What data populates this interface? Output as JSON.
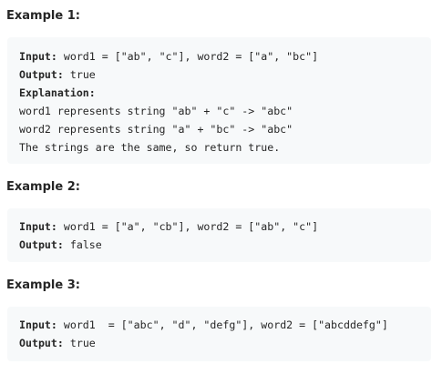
{
  "examples": [
    {
      "title": "Example 1:",
      "lines": [
        {
          "label": "Input:",
          "text": " word1 = [\"ab\", \"c\"], word2 = [\"a\", \"bc\"]"
        },
        {
          "label": "Output:",
          "text": " true"
        },
        {
          "label": "Explanation:",
          "text": ""
        },
        {
          "label": "",
          "text": "word1 represents string \"ab\" + \"c\" -> \"abc\""
        },
        {
          "label": "",
          "text": "word2 represents string \"a\" + \"bc\" -> \"abc\""
        },
        {
          "label": "",
          "text": "The strings are the same, so return true."
        }
      ]
    },
    {
      "title": "Example 2:",
      "lines": [
        {
          "label": "Input:",
          "text": " word1 = [\"a\", \"cb\"], word2 = [\"ab\", \"c\"]"
        },
        {
          "label": "Output:",
          "text": " false"
        }
      ]
    },
    {
      "title": "Example 3:",
      "lines": [
        {
          "label": "Input:",
          "text": " word1  = [\"abc\", \"d\", \"defg\"], word2 = [\"abcddefg\"]"
        },
        {
          "label": "Output:",
          "text": " true"
        }
      ]
    }
  ]
}
